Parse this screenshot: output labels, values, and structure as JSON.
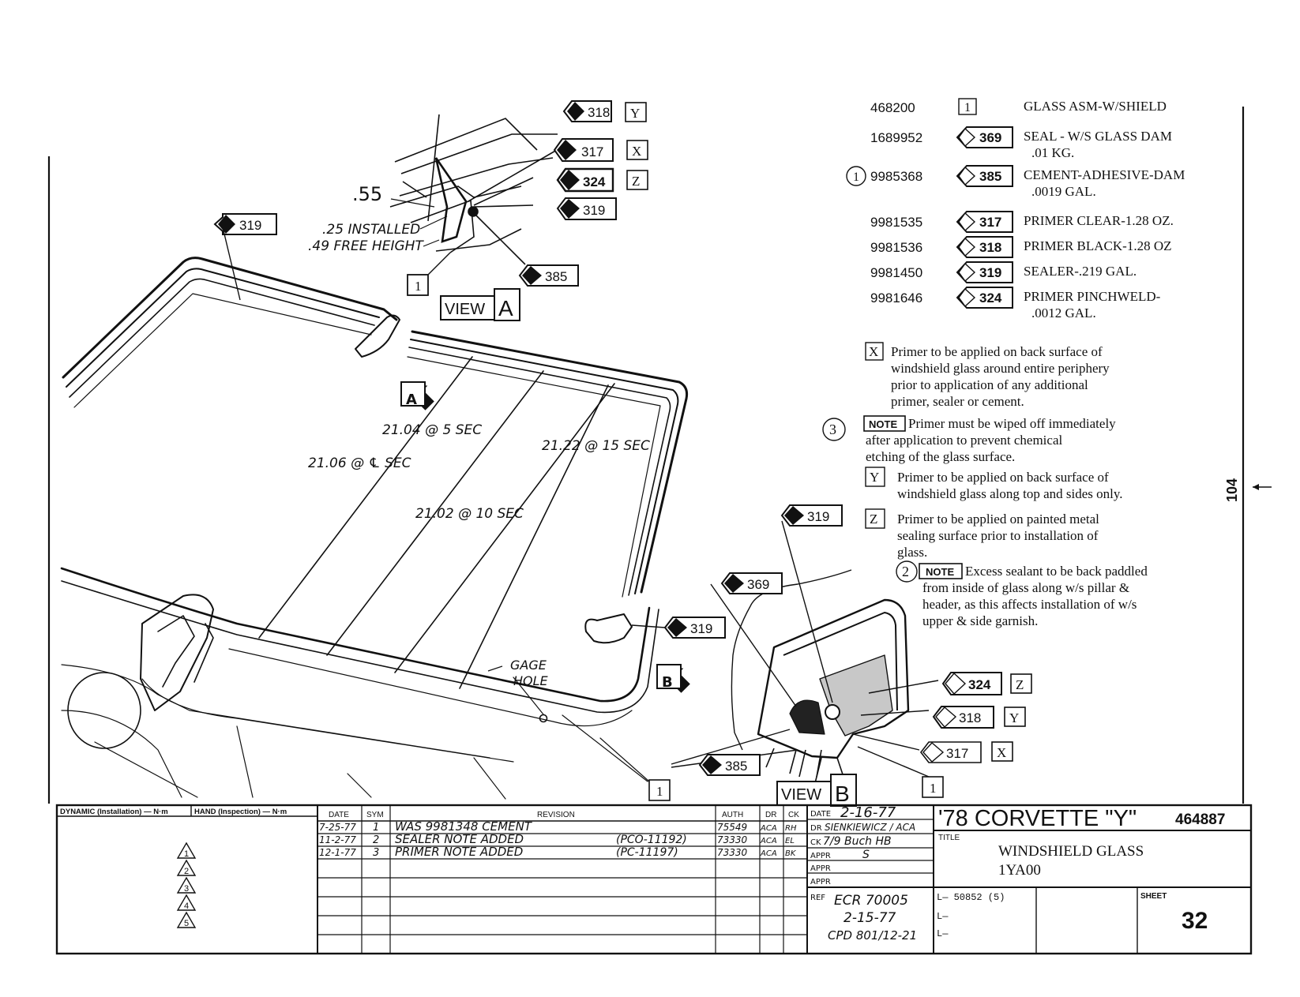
{
  "colors": {
    "ink": "#111111",
    "paper": "#ffffff",
    "stipple": "#9a9a9a"
  },
  "parts": [
    {
      "part": "468200",
      "sym": "1",
      "desc": "GLASS ASM-W/SHIELD",
      "qty": ""
    },
    {
      "part": "1689952",
      "sym": "369",
      "desc": "SEAL - W/S GLASS DAM",
      "qty": ".01 KG."
    },
    {
      "part": "9985368",
      "sym": "385",
      "desc": "CEMENT-ADHESIVE-DAM",
      "qty": ".0019 GAL.",
      "rev": "1"
    },
    {
      "part": "9981535",
      "sym": "317",
      "desc": "PRIMER CLEAR-1.28 OZ.",
      "qty": ""
    },
    {
      "part": "9981536",
      "sym": "318",
      "desc": "PRIMER BLACK-1.28 OZ",
      "qty": ""
    },
    {
      "part": "9981450",
      "sym": "319",
      "desc": "SEALER-.219 GAL.",
      "qty": ""
    },
    {
      "part": "9981646",
      "sym": "324",
      "desc": "PRIMER PINCHWELD-",
      "qty": ".0012 GAL."
    }
  ],
  "notes": {
    "x_key": "X",
    "x_text": [
      "Primer to be applied on back surface of",
      "windshield glass around entire periphery",
      "prior to application of any additional",
      "primer, sealer or cement."
    ],
    "n3_num": "3",
    "note_tag": "NOTE",
    "n3_text": [
      "Primer must be wiped off immediately",
      "after application to prevent chemical",
      "etching of the glass surface."
    ],
    "y_key": "Y",
    "y_text": [
      "Primer to be applied on back surface of",
      "windshield glass along top and sides only."
    ],
    "z_key": "Z",
    "z_text": [
      "Primer to be applied on painted metal",
      "sealing surface prior to installation of",
      "glass."
    ],
    "n2_num": "2",
    "n2_text": [
      "Excess sealant to be back paddled",
      "from inside of glass along w/s pillar &",
      "header, as this affects installation of w/s",
      "upper & side garnish."
    ]
  },
  "side_mark": "104",
  "diagram": {
    "view_a": {
      "word": "VIEW",
      "letter": "A"
    },
    "view_b": {
      "word": "VIEW",
      "letter": "B"
    },
    "arrow_a": "A",
    "arrow_b": "B",
    "dim_55": ".55",
    "dim_installed": ".25 INSTALLED",
    "dim_free": ".49 FREE HEIGHT",
    "meas_1": "21.04 @ 5 SEC",
    "meas_2": "21.06 @ ℄ SEC",
    "meas_3": "21.22 @ 15 SEC",
    "meas_4": "21.02 @ 10 SEC",
    "gage_1": "GAGE",
    "gage_2": "HOLE",
    "part_box": "1",
    "flag_319": "319",
    "flag_318": "318",
    "flag_317": "317",
    "flag_324": "324",
    "flag_385": "385",
    "flag_369": "369",
    "key_x": "X",
    "key_y": "Y",
    "key_z": "Z"
  },
  "title_block": {
    "dyn_label": "DYNAMIC (Installation) — N·m",
    "hand_label": "HAND (Inspection) — N·m",
    "tri": [
      "1",
      "2",
      "3",
      "4",
      "5"
    ],
    "hdr_date": "DATE",
    "hdr_sym": "SYM",
    "hdr_rev": "REVISION",
    "hdr_auth": "AUTH",
    "hdr_dr": "DR",
    "hdr_ck": "CK",
    "revisions": [
      {
        "date": "7-25-77",
        "sym": "1",
        "text": "WAS 9981348 CEMENT",
        "pco": "",
        "auth": "75549",
        "dr": "ACA",
        "ck": "RH"
      },
      {
        "date": "11-2-77",
        "sym": "2",
        "text": "SEALER NOTE ADDED",
        "pco": "(PCO-11192)",
        "auth": "73330",
        "dr": "ACA",
        "ck": "EL"
      },
      {
        "date": "12-1-77",
        "sym": "3",
        "text": "PRIMER NOTE ADDED",
        "pco": "(PC-11197)",
        "auth": "73330",
        "dr": "ACA",
        "ck": "BK"
      }
    ],
    "date_lbl": "DATE",
    "date_val": "2-16-77",
    "dr_lbl": "DR",
    "dr_val": "SIENKIEWICZ / ACA",
    "ck_lbl": "CK",
    "ck_val": "7/9 Buch HB",
    "appr_lbl": "APPR",
    "appr_val": "S",
    "ref_lbl": "REF",
    "ref_1": "ECR 70005",
    "ref_2": "2-15-77",
    "ref_3": "CPD 801/12-21",
    "model": "'78 CORVETTE \"Y\"",
    "model_num": "464887",
    "title_lbl": "TITLE",
    "title_1": "WINDSHIELD GLASS",
    "title_2": "1YA00",
    "l_1": "L— 50852 (5)",
    "l_2": "L—",
    "l_3": "L—",
    "sheet_lbl": "SHEET",
    "sheet_num": "32"
  }
}
